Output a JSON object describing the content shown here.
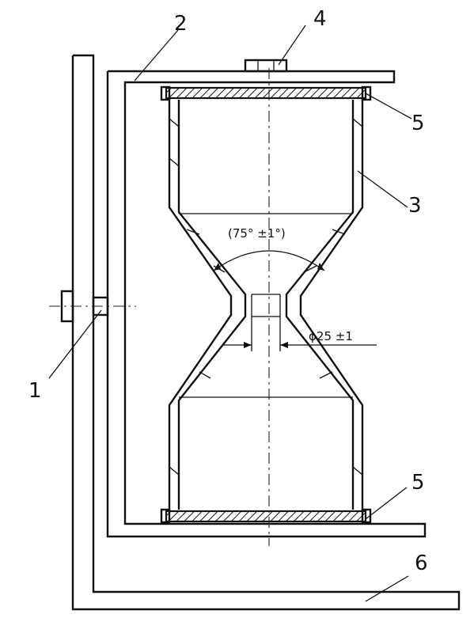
{
  "diagram": {
    "labels": {
      "part1": "1",
      "part2": "2",
      "part3": "3",
      "part4": "4",
      "part5_top": "5",
      "part5_bottom": "5",
      "part6": "6"
    },
    "annotations": {
      "angle": "(75° ±1°)",
      "diameter": "ϕ25 ±1"
    },
    "colors": {
      "line": "#111111",
      "background": "#ffffff"
    }
  }
}
